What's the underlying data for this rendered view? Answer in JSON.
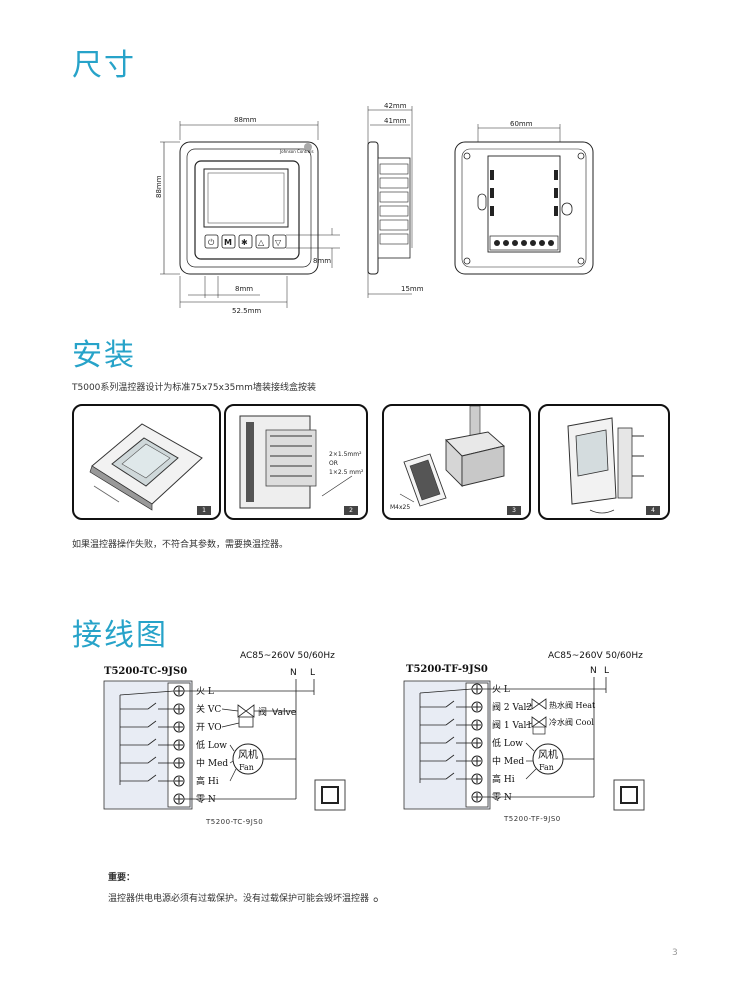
{
  "sections": {
    "dimensions": "尺寸",
    "installation": "安装",
    "wiring": "接线图"
  },
  "dimensions": {
    "width_88": "88mm",
    "height_88": "88mm",
    "depth_42": "42mm",
    "depth_41": "41mm",
    "back_60": "60mm",
    "btn_8a": "8mm",
    "btn_8b": "8mm",
    "width_525": "52.5mm",
    "depth_15": "15mm",
    "brand": "Johnson Controls"
  },
  "installation": {
    "intro": "T5000系列温控器设计为标准75x75x35mm墙装接线盒按装",
    "photos": [
      {
        "num": "1"
      },
      {
        "num": "2",
        "wire1": "2×1.5mm²",
        "wire_or": "OR",
        "wire2": "1×2.5 mm²"
      },
      {
        "num": "3",
        "screw": "M4x25"
      },
      {
        "num": "4"
      }
    ],
    "note": "如果温控器操作失败，不符合其参数，需要换温控器。"
  },
  "wiring": {
    "left": {
      "model": "T5200-TC-9JS0",
      "supply": "AC85~260V   50/60Hz",
      "n": "N",
      "l": "L",
      "terminals": [
        "火 L",
        "关 VC",
        "开 VO",
        "低 Low",
        "中 Med",
        "高 Hi",
        "零 N"
      ],
      "valve_cn": "阀",
      "valve_en": "Valve",
      "fan_cn": "风机",
      "fan_en": "Fan",
      "caption": "T5200-TC-9JS0"
    },
    "right": {
      "model": "T5200-TF-9JS0",
      "supply": "AC85~260V   50/60Hz",
      "n": "N",
      "l": "L",
      "terminals": [
        "火 L",
        "阀 2 Val2",
        "阀 1 Val1",
        "低 Low",
        "中 Med",
        "高 Hi",
        "零 N"
      ],
      "heat_label": "热水阀 Heat",
      "cool_label": "冷水阀 Cool",
      "fan_cn": "风机",
      "fan_en": "Fan",
      "caption": "T5200-TF-9JS0"
    }
  },
  "important": {
    "title": "重要：",
    "text": "温控器供电电源必须有过载保护。没有过载保护可能会毁坏温控器",
    "mark": "。"
  },
  "page_number": "3"
}
